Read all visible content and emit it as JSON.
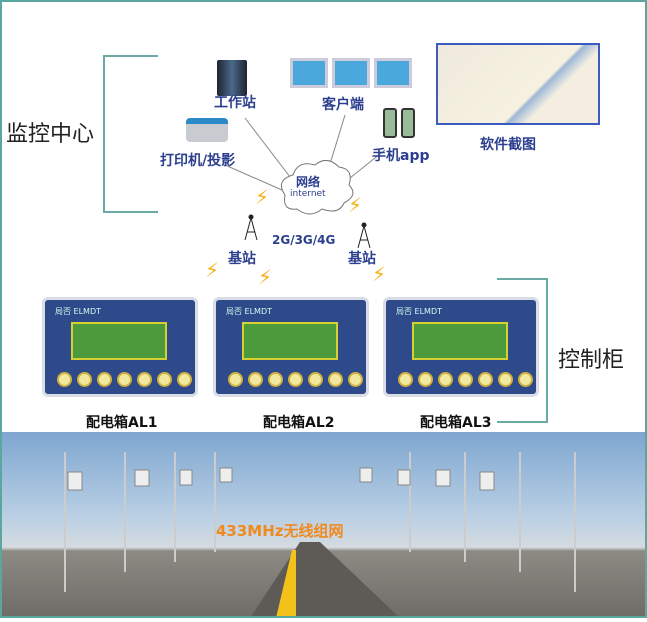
{
  "monitor_center": {
    "title": "监控中心",
    "workstation": "工作站",
    "clients": "客户端",
    "printer": "打印机/投影",
    "phone": "手机app",
    "screenshot": "软件截图",
    "network": "网络",
    "internet": "internet"
  },
  "base": {
    "left": "基站",
    "right": "基站",
    "band": "2G/3G/4G"
  },
  "control": {
    "title": "控制柜",
    "boxes": [
      "配电箱AL1",
      "配电箱AL2",
      "配电箱AL3"
    ],
    "brand": "局否 ELMDT"
  },
  "field": {
    "network": "433MHz无线组网"
  },
  "colors": {
    "frame": "#5aa7a0",
    "label": "#2c3f8f",
    "bolt": "#f7b21a",
    "wireless": "#f08a20"
  }
}
